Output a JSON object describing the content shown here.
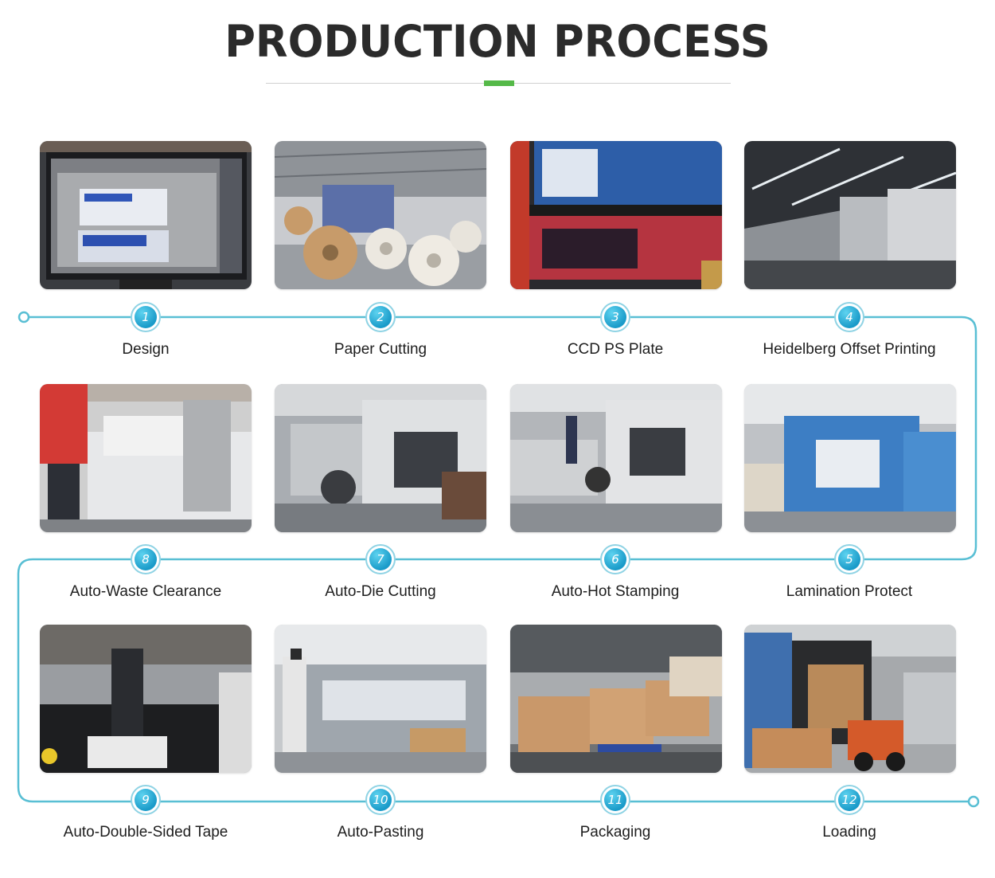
{
  "header": {
    "title": "PRODUCTION PROCESS"
  },
  "colors": {
    "flow_line": "#59bfd4",
    "accent": "#55b948",
    "badge": "#1a9bc9"
  },
  "steps": [
    {
      "number": "1",
      "label": "Design",
      "photo": "design-workstation-photo"
    },
    {
      "number": "2",
      "label": "Paper Cutting",
      "photo": "paper-rolls-photo"
    },
    {
      "number": "3",
      "label": "CCD PS Plate",
      "photo": "printing-plate-photo"
    },
    {
      "number": "4",
      "label": "Heidelberg Offset Printing",
      "photo": "offset-press-photo"
    },
    {
      "number": "5",
      "label": "Lamination Protect",
      "photo": "lamination-machine-photo"
    },
    {
      "number": "6",
      "label": "Auto-Hot Stamping",
      "photo": "hot-stamping-machine-photo"
    },
    {
      "number": "7",
      "label": "Auto-Die Cutting",
      "photo": "die-cutting-machine-photo"
    },
    {
      "number": "8",
      "label": "Auto-Waste Clearance",
      "photo": "waste-clearance-photo"
    },
    {
      "number": "9",
      "label": "Auto-Double-Sided Tape",
      "photo": "tape-machine-photo"
    },
    {
      "number": "10",
      "label": "Auto-Pasting",
      "photo": "pasting-line-photo"
    },
    {
      "number": "11",
      "label": "Packaging",
      "photo": "packaged-cartons-photo"
    },
    {
      "number": "12",
      "label": "Loading",
      "photo": "container-loading-photo"
    }
  ]
}
